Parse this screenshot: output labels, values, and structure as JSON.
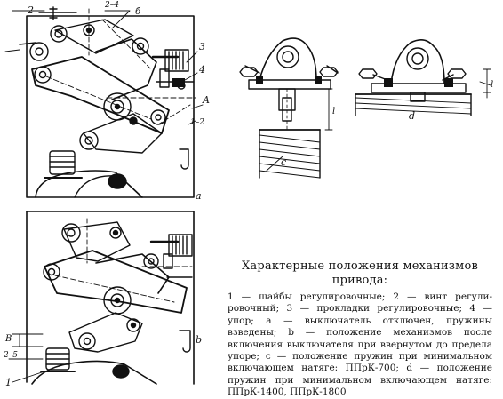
{
  "labels": {
    "l1": "1",
    "l2": "2",
    "l3": "3",
    "l4": "4",
    "l2_4": "2–4",
    "b": "б",
    "A": "A",
    "l1_2": "1–2",
    "a": "a",
    "b_panel": "b",
    "c": "c",
    "d": "d",
    "l_c": "l",
    "l_d": "l",
    "B": "B",
    "l2_5": "2–5"
  },
  "caption": {
    "title": "Характерные положения меха­низмов привода:",
    "body": "1 — шайбы регулировочные; 2 — винт регули­ровочный; 3 — прокладки регулировочные; 4 — упор; a — выключатель отключен, пружины взведены; b — положение механизмов после включения выключателя при ввернутом до предела упоре; c — положение пружин при минимальном включающем натяге: ППрК-700; d — положение пружин при минимальном включающем натяге: ППрК-1400, ППрК-1800"
  }
}
